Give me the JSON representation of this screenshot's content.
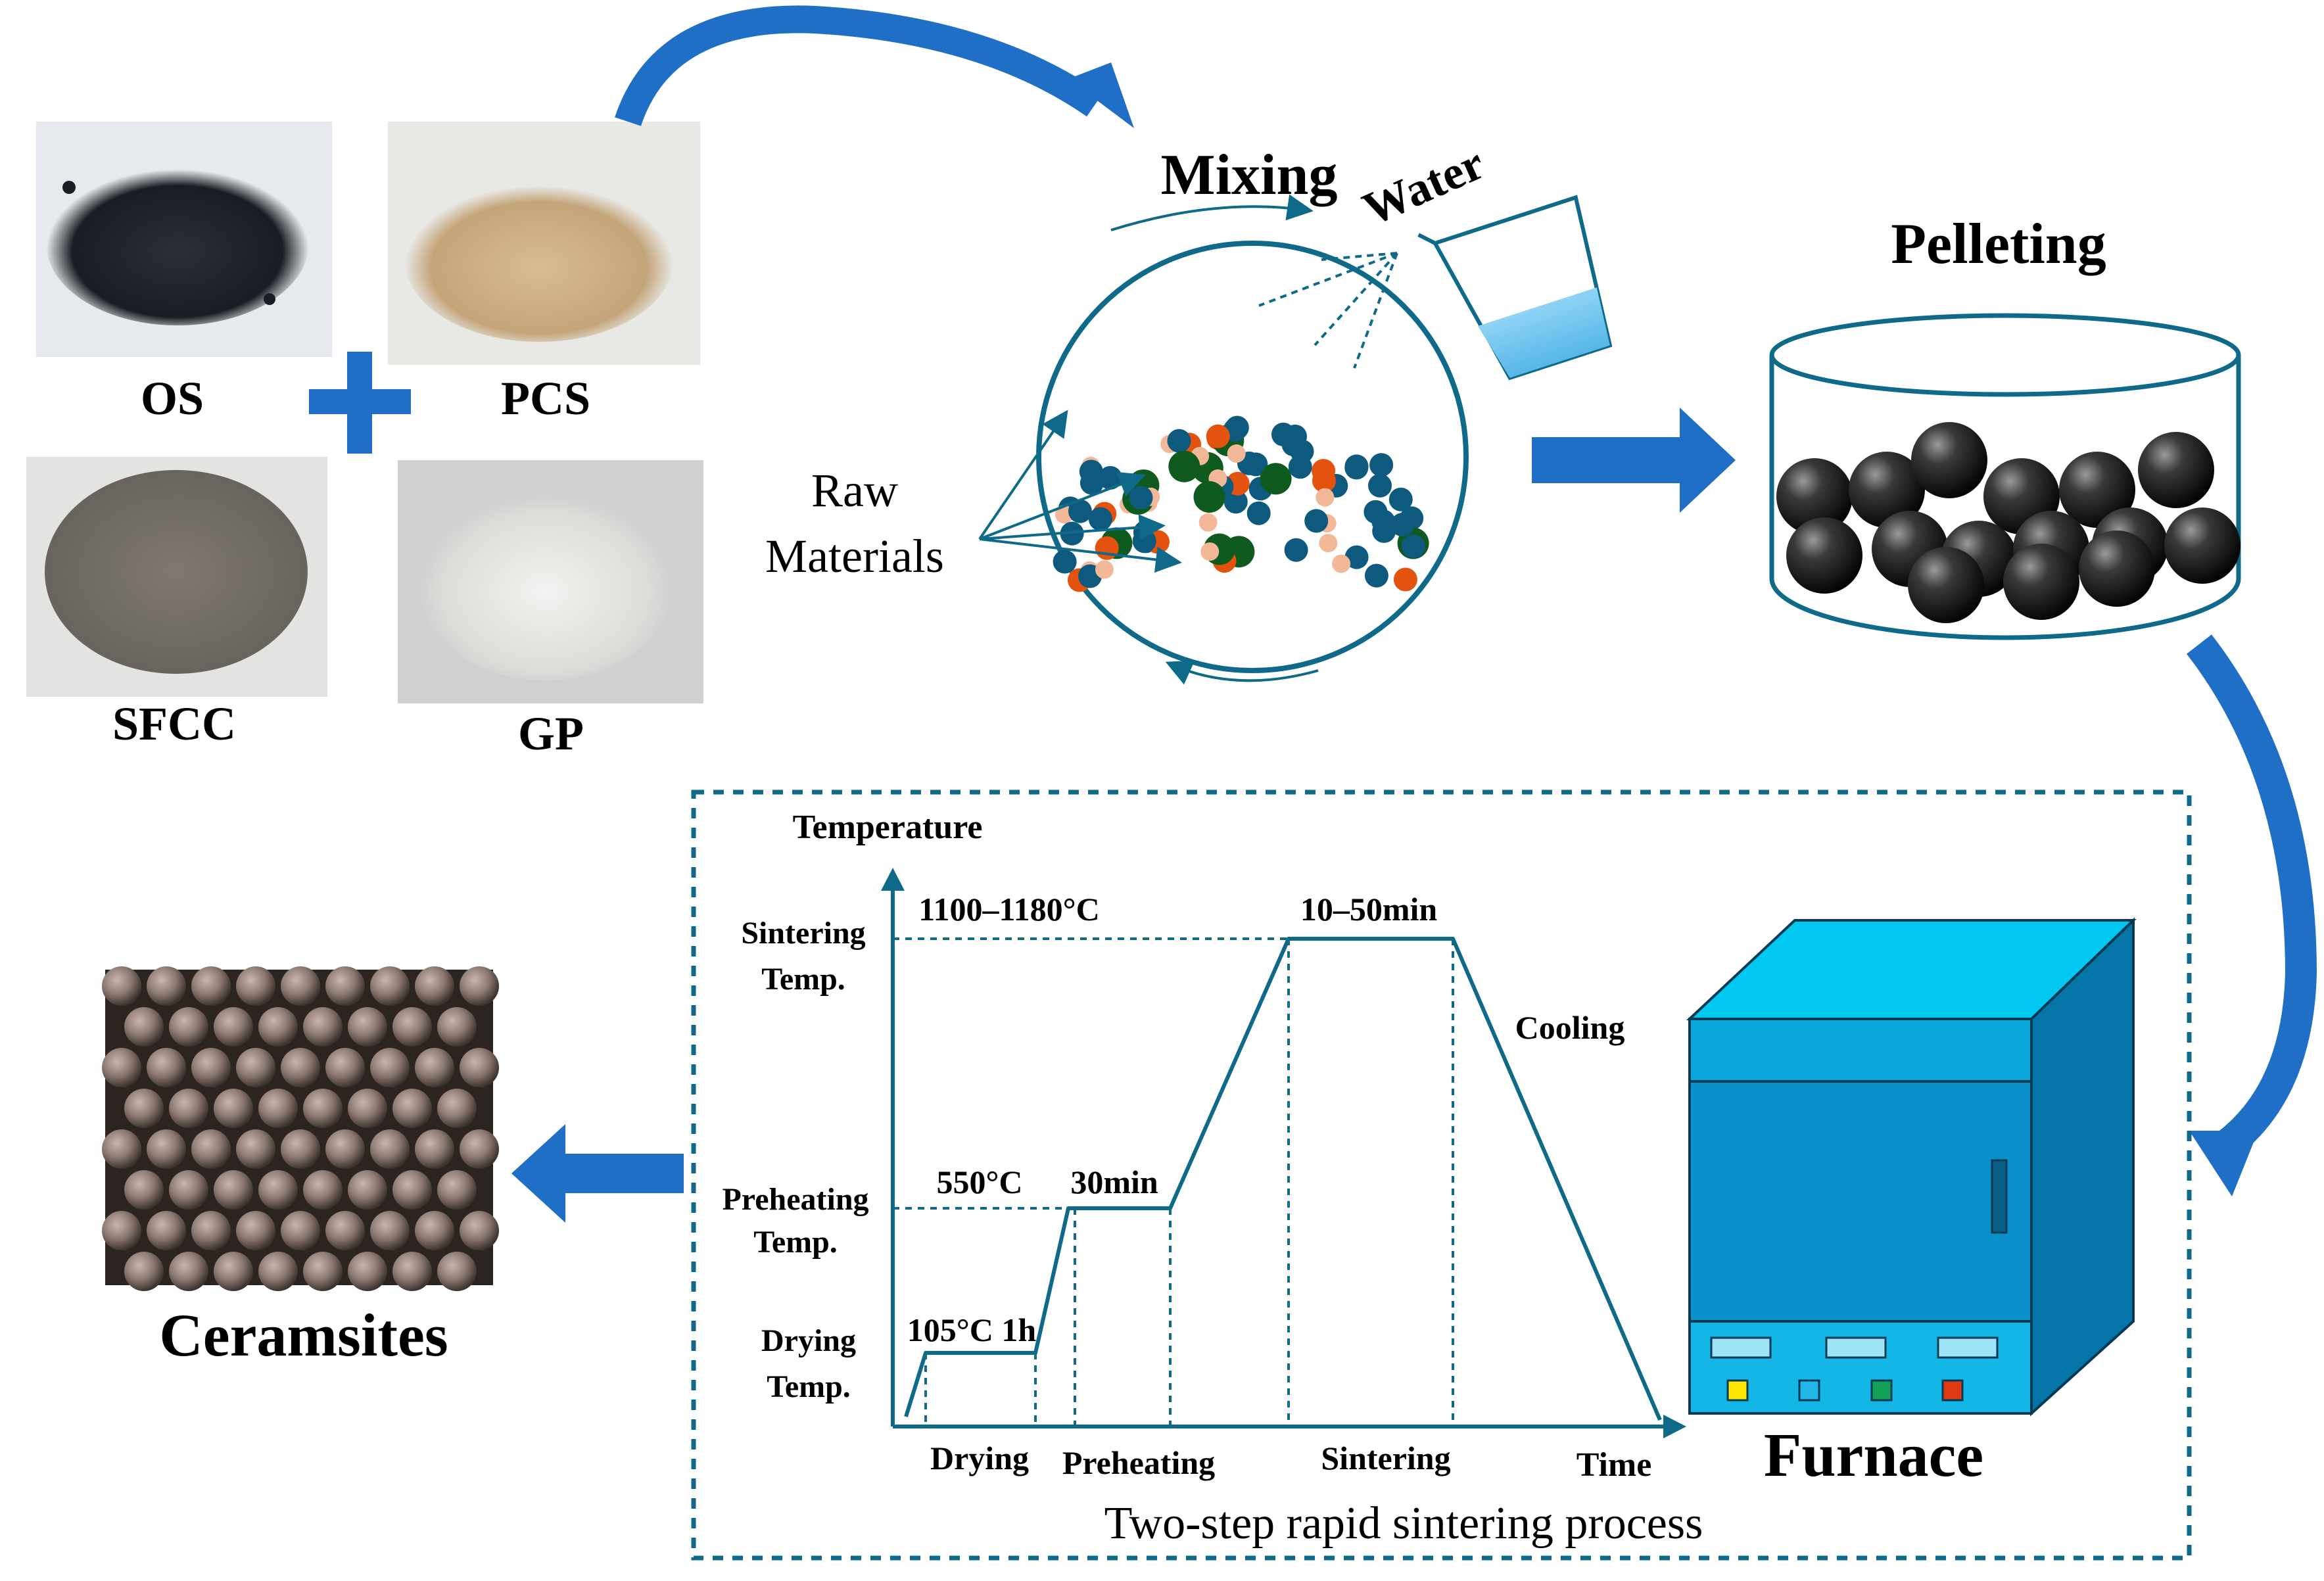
{
  "materials": [
    {
      "id": "os",
      "label": "OS",
      "color": "#1f232a"
    },
    {
      "id": "pcs",
      "label": "PCS",
      "color": "#c8ab82"
    },
    {
      "id": "sfcc",
      "label": "SFCC",
      "color": "#7a7470"
    },
    {
      "id": "gp",
      "label": "GP",
      "color": "#d9d9d6"
    }
  ],
  "labels": {
    "mixing": "Mixing",
    "water": "Water",
    "raw_materials_line1": "Raw",
    "raw_materials_line2": "Materials",
    "pelleting": "Pelleting",
    "ceramsites": "Ceramsites",
    "furnace": "Furnace"
  },
  "process": {
    "title": "Two-step rapid sintering process",
    "y_axis": "Temperature",
    "x_axis": "Time",
    "sintering_temp_l1": "Sintering",
    "sintering_temp_l2": "Temp.",
    "preheating_temp_l1": "Preheating",
    "preheating_temp_l2": "Temp.",
    "drying_temp_l1": "Drying",
    "drying_temp_l2": "Temp.",
    "sintering_temp_value": "1100–1180°C",
    "sintering_time": "10–50min",
    "preheat_temp_value": "550°C",
    "preheat_time": "30min",
    "drying_value": "105°C 1h",
    "cooling": "Cooling",
    "stage_drying": "Drying",
    "stage_preheating": "Preheating",
    "stage_sintering": "Sintering"
  },
  "colors": {
    "accent_blue": "#1f6fc6",
    "line_teal": "#0f6a8a",
    "furnace_top": "#00c8f0",
    "furnace_body": "#0a90c8",
    "furnace_dark": "#0574a6",
    "button_yellow": "#ffe600",
    "button_blue": "#21b5e8",
    "button_green": "#15a058",
    "button_red": "#e03a12"
  }
}
